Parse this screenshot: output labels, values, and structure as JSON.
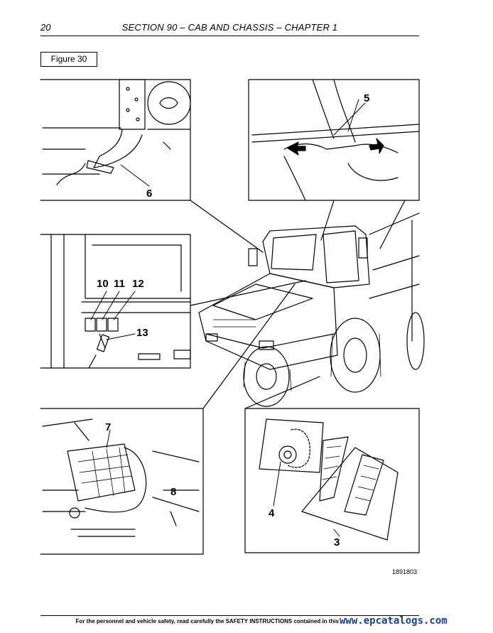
{
  "header": {
    "page_number": "20",
    "section_title": "SECTION 90 – CAB AND CHASSIS – CHAPTER 1"
  },
  "figure": {
    "label": "Figure 30",
    "drawing_code": "1891803"
  },
  "callouts": {
    "c3": "3",
    "c4": "4",
    "c5": "5",
    "c6": "6",
    "c7": "7",
    "c8": "8",
    "c10": "10",
    "c11": "11",
    "c12": "12",
    "c13": "13"
  },
  "footer": {
    "note": "For the personnel and vehicle safety, read carefully the SAFETY INSTRUCTIONS contained in this",
    "watermark": "www.epcatalogs.com"
  }
}
